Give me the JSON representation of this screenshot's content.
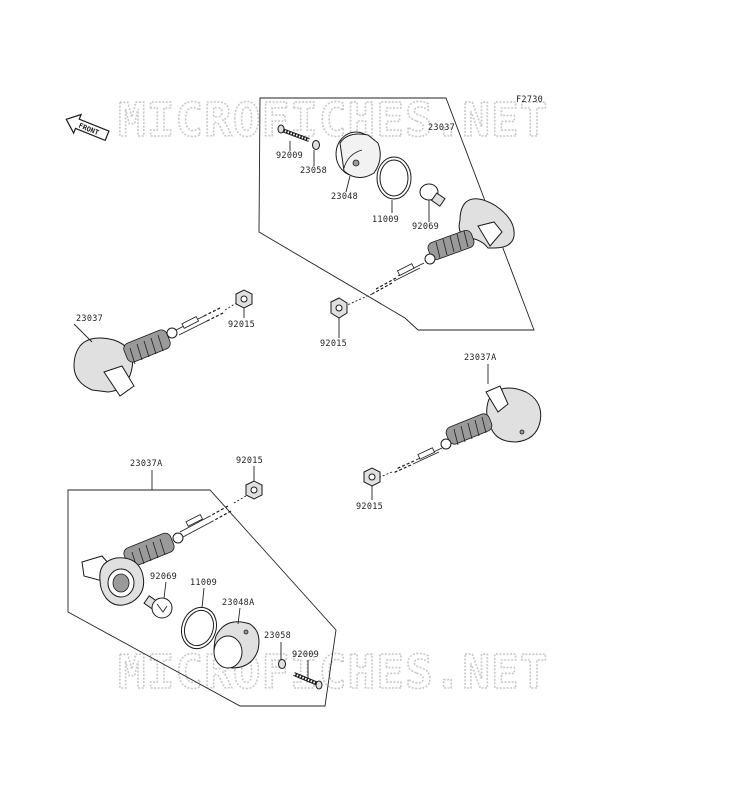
{
  "diagram": {
    "code": "F2730",
    "front_badge": "FRONT",
    "watermark": "MICROFICHES.NET",
    "labels": {
      "top_23037": "23037",
      "top_92009": "92009",
      "top_23058": "23058",
      "top_23048": "23048",
      "top_11009": "11009",
      "top_92069": "92069",
      "top_92015": "92015",
      "left_23037": "23037",
      "left_92015": "92015",
      "right_23037A": "23037A",
      "right_92015": "92015",
      "bottom_23037A": "23037A",
      "bottom_92015": "92015",
      "bottom_92069": "92069",
      "bottom_11009": "11009",
      "bottom_23048A": "23048A",
      "bottom_23058": "23058",
      "bottom_92009": "92009"
    }
  }
}
